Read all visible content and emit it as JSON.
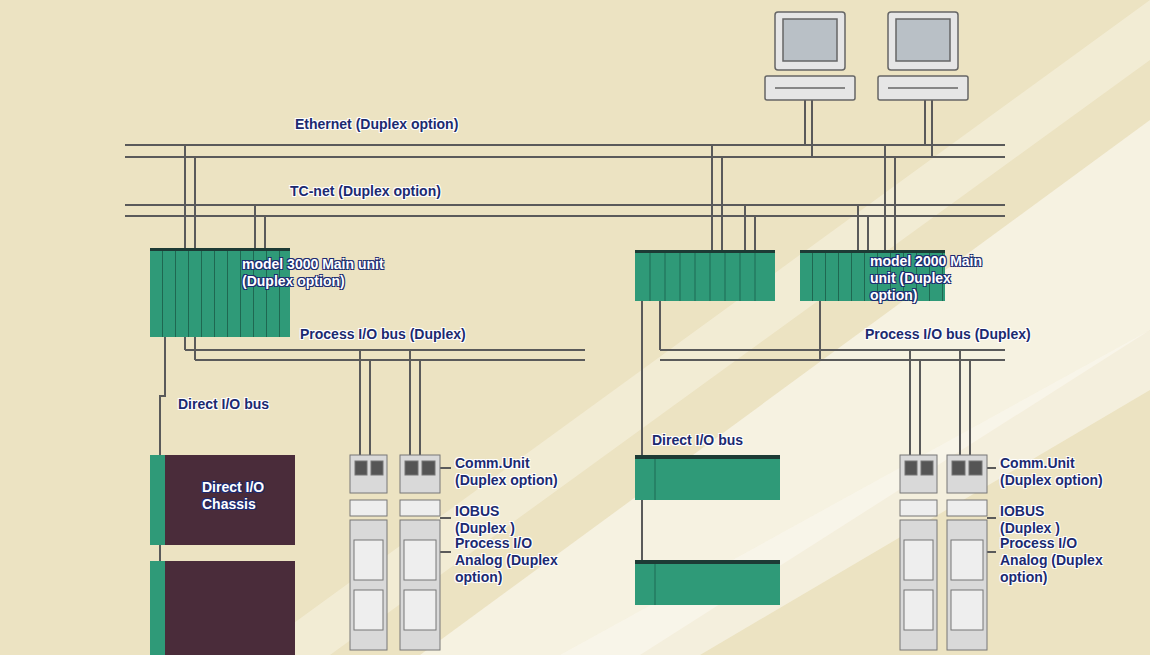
{
  "diagram": {
    "nodes": [
      {
        "text": [
          "model 3000 Main unit (Duplex option)"
        ]
      },
      {
        "text": [
          "model 2000 Main unit (Duplex option)"
        ]
      },
      {
        "text": [
          "Direct I/O Chassis"
        ]
      }
    ],
    "edges": [
      {
        "from": 0,
        "to": 2,
        "arrow": "none"
      }
    ],
    "labels": [
      "Ethernet (Duplex option)",
      "TC-net (Duplex option)",
      "Process I/O bus (Duplex)",
      "Process I/O bus (Duplex)",
      "Direct I/O bus",
      "Direct I/O bus",
      "Comm.Unit (Duplex option)",
      "IOBUS (Duplex )",
      "Process I/O Analog (Duplex option)",
      "Comm.Unit (Duplex option)",
      "IOBUS (Duplex )",
      "Process I/O Analog (Duplex option)"
    ]
  }
}
